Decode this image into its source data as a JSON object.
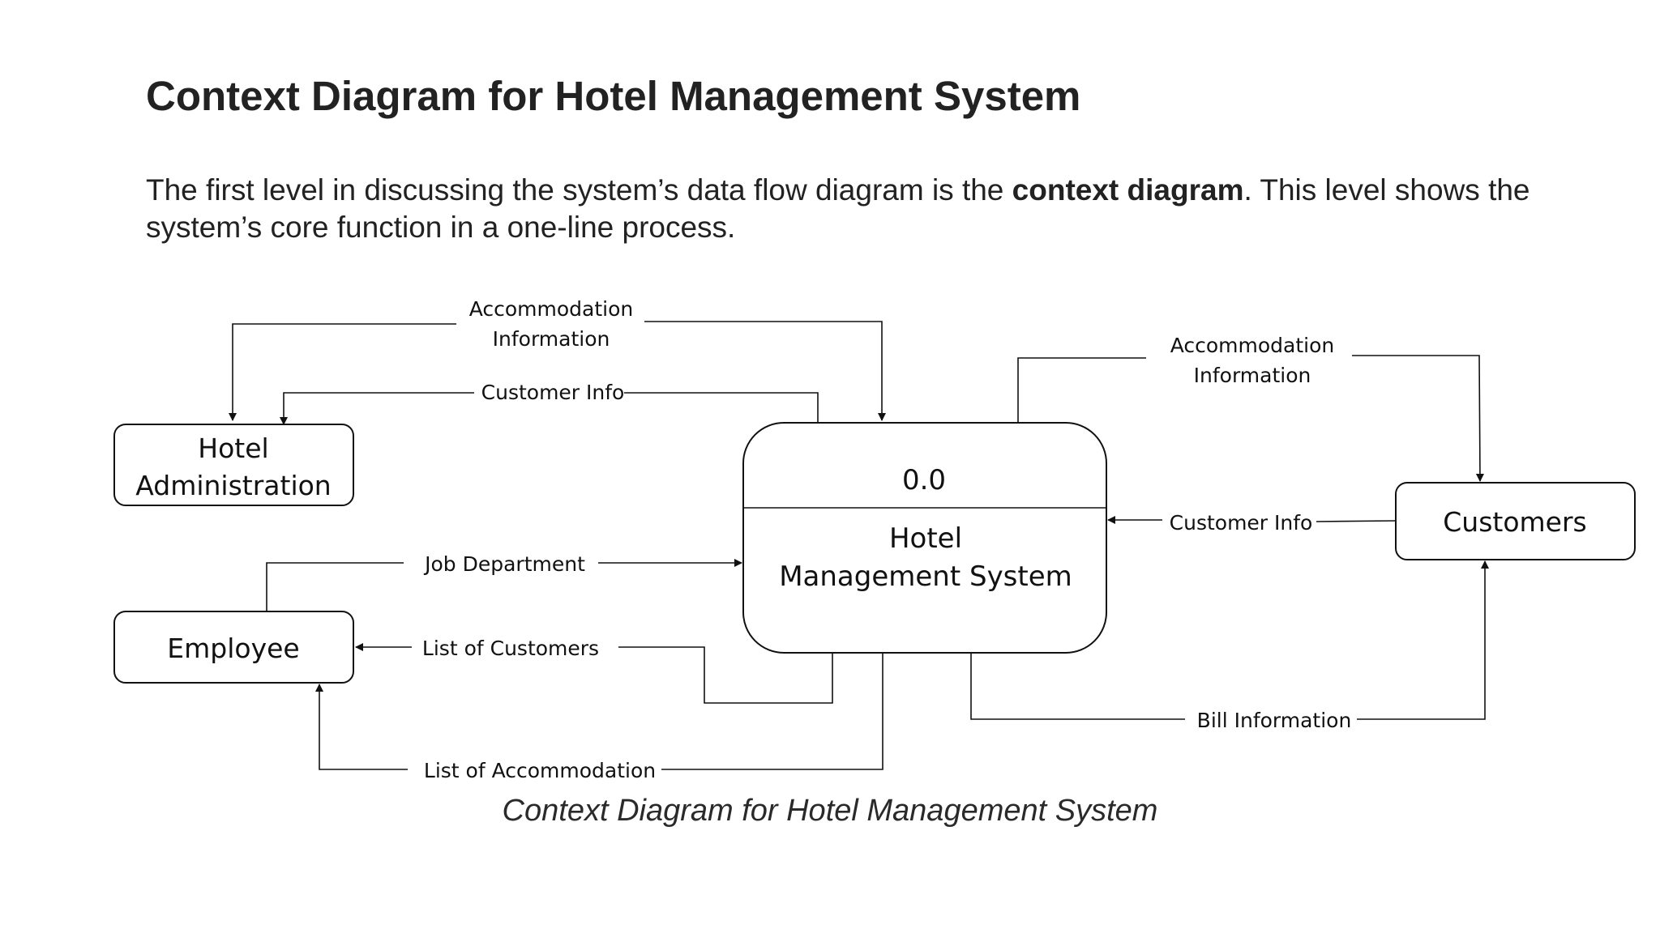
{
  "header": {
    "title": "Context Diagram for Hotel Management System"
  },
  "intro": {
    "text_before": "The first level in discussing the system’s data flow diagram is the ",
    "text_bold": "context diagram",
    "text_after": ". This level shows the system’s core function in a one-line process."
  },
  "diagram": {
    "process": {
      "number": "0.0",
      "name_line1": "Hotel",
      "name_line2": "Management System"
    },
    "entities": {
      "hotel_admin_line1": "Hotel",
      "hotel_admin_line2": "Administration",
      "employee": "Employee",
      "customers": "Customers"
    },
    "flows": {
      "admin_accommodation_line1": "Accommodation",
      "admin_accommodation_line2": "Information",
      "admin_customer_info": "Customer Info",
      "job_department": "Job Department",
      "list_of_customers": "List of Customers",
      "list_of_accommodation": "List of Accommodation",
      "customers_accommodation_line1": "Accommodation",
      "customers_accommodation_line2": "Information",
      "customers_customer_info": "Customer Info",
      "bill_information": "Bill Information"
    }
  },
  "caption": "Context Diagram for Hotel Management System",
  "colors": {
    "line": "#111111",
    "text": "#222222",
    "background": "#ffffff"
  }
}
